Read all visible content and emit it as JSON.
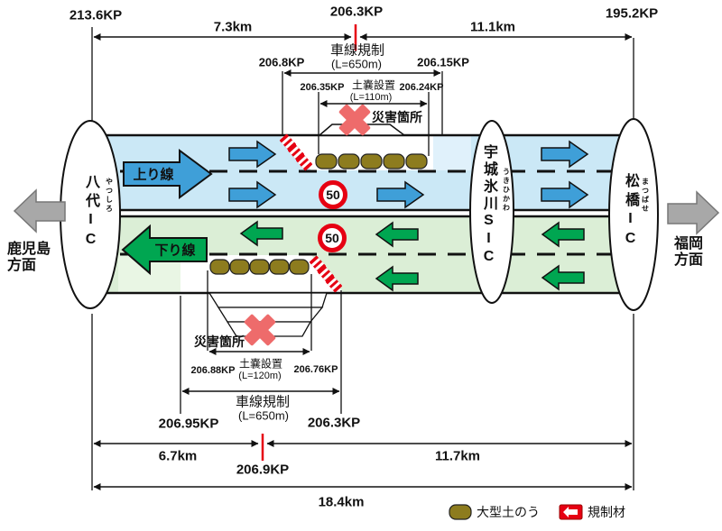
{
  "top_scale": {
    "kp_left": "213.6KP",
    "kp_center": "206.3KP",
    "kp_right": "195.2KP",
    "segment_left": "7.3km",
    "segment_right": "11.1km"
  },
  "inbound": {
    "label": "上り線",
    "speed_limit": "50",
    "regulation": {
      "title": "車線規制",
      "length": "(L=650m)",
      "kp_start": "206.8KP",
      "kp_end": "206.15KP"
    },
    "sandbags": {
      "title": "土嚢設置",
      "length": "(L=110m)",
      "kp_start": "206.35KP",
      "kp_end": "206.24KP"
    },
    "disaster_label": "災害箇所"
  },
  "outbound": {
    "label": "下り線",
    "speed_limit": "50",
    "regulation": {
      "title": "車線規制",
      "length": "(L=650m)",
      "kp_start": "206.95KP",
      "kp_end": "206.3KP"
    },
    "sandbags": {
      "title": "土嚢設置",
      "length": "(L=120m)",
      "kp_start": "206.88KP",
      "kp_end": "206.76KP"
    },
    "disaster_label": "災害箇所"
  },
  "interchanges": {
    "left": {
      "name": "八代IC",
      "furigana": "やつしろ"
    },
    "center": {
      "name": "宇城氷川SIC",
      "furigana": "うきひかわ"
    },
    "right": {
      "name": "松橋IC",
      "furigana": "まつばせ"
    }
  },
  "directions": {
    "left_line1": "鹿児島",
    "left_line2": "方面",
    "right_line1": "福岡",
    "right_line2": "方面"
  },
  "bottom_scale": {
    "segment_left": "6.7km",
    "kp_center": "206.9KP",
    "segment_right": "11.7km",
    "total": "18.4km"
  },
  "legend": {
    "sandbag": "大型土のう",
    "barrier": "規制材"
  },
  "colors": {
    "road_up": "#cbe8f6",
    "road_up_light": "#e0f1fb",
    "road_down": "#dbeed6",
    "road_down_light": "#e9f6e4",
    "arrow_up": "#3f9fd8",
    "arrow_down": "#00a651",
    "sandbag": "#8d7c1e",
    "barrier_red": "#e60012",
    "disaster_x": "#ee6b6b",
    "speed_ring": "#e60012",
    "direction_gray": "#a8a8a8",
    "kp_tick_red": "#e60012"
  }
}
